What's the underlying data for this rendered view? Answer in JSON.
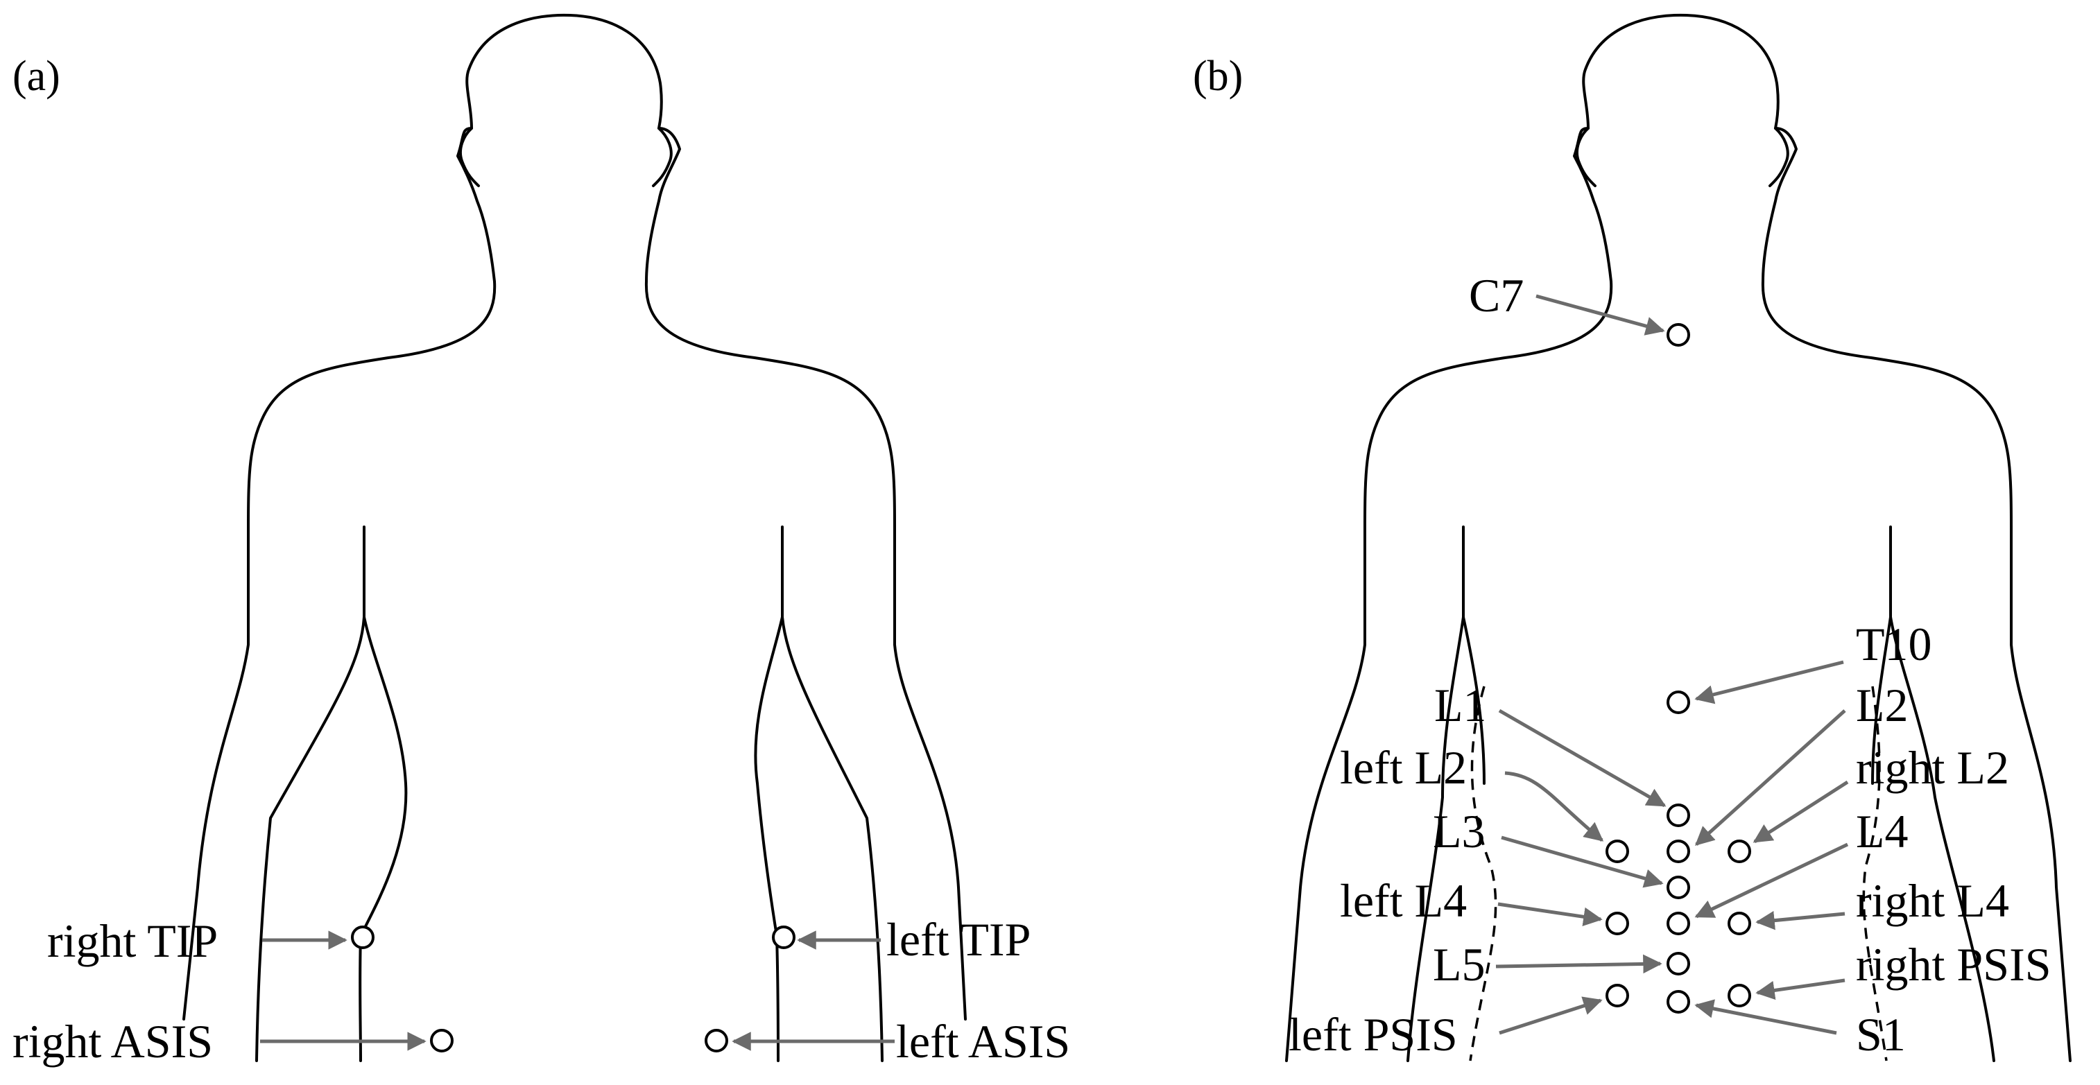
{
  "panels": {
    "a": {
      "label": "(a)",
      "markers": {
        "right_tip": "right TIP",
        "left_tip": "left TIP",
        "right_asis": "right ASIS",
        "left_asis": "left ASIS"
      }
    },
    "b": {
      "label": "(b)",
      "markers": {
        "c7": "C7",
        "t10": "T10",
        "l1": "L1",
        "l2": "L2",
        "left_l2": "left L2",
        "right_l2": "right L2",
        "l3": "L3",
        "l4": "L4",
        "left_l4": "left L4",
        "right_l4": "right L4",
        "l5": "L5",
        "right_psis": "right PSIS",
        "left_psis": "left PSIS",
        "s1": "S1"
      }
    }
  },
  "colors": {
    "outline": "#000000",
    "arrow": "#6b6b6b"
  }
}
